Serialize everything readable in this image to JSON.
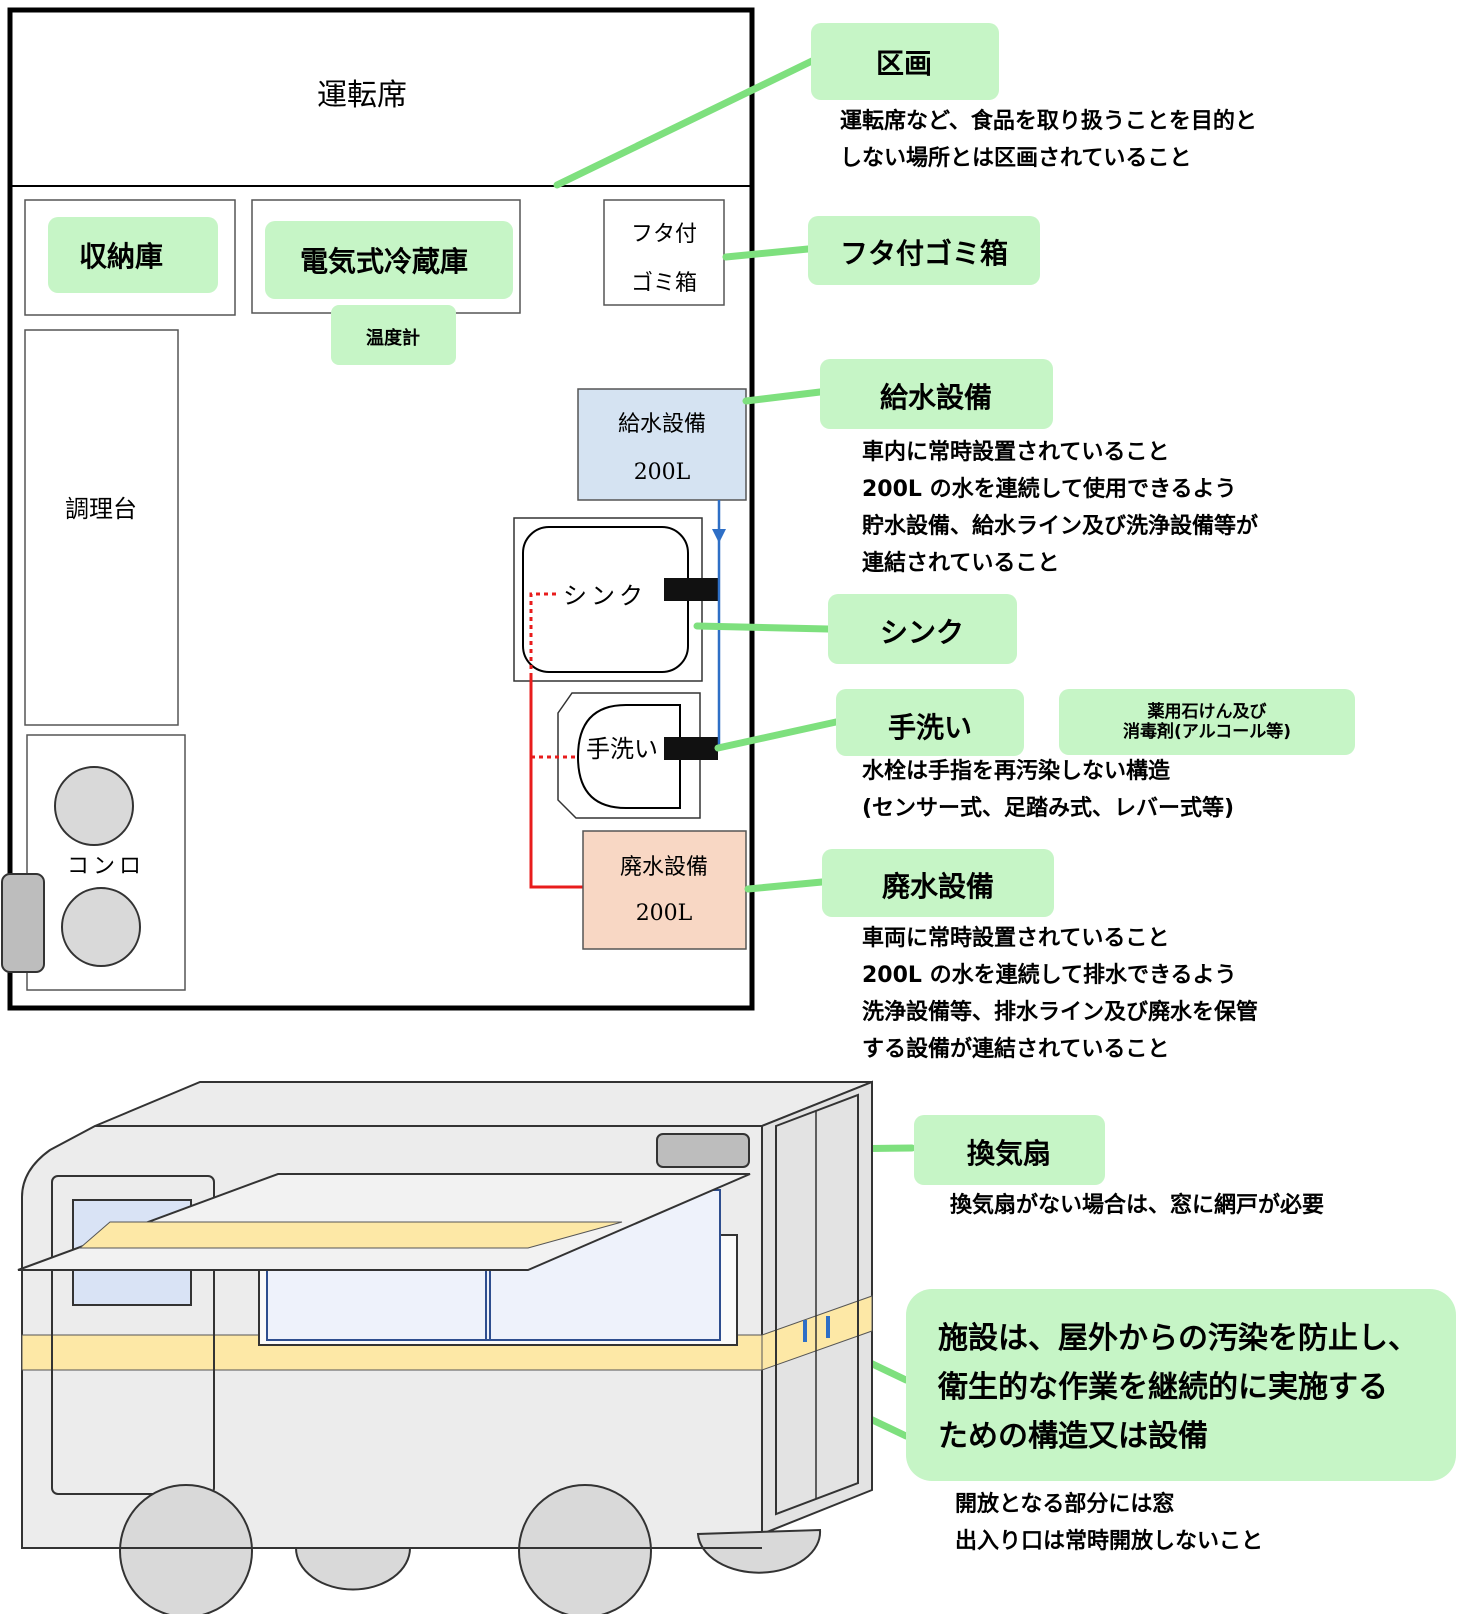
{
  "floor": {
    "driver_seat": "運転席",
    "storage": "収納庫",
    "fridge": "電気式冷蔵庫",
    "thermometer": "温度計",
    "trash_box_line1": "フタ付",
    "trash_box_line2": "ゴミ箱",
    "water_supply": "給水設備",
    "water_supply_volume": "200L",
    "sink": "シンク",
    "handwash": "手洗い",
    "waste_water": "廃水設備",
    "waste_water_volume": "200L",
    "prep_table": "調理台",
    "stove": "コンロ"
  },
  "callouts": {
    "partition": {
      "title": "区画",
      "desc": [
        "運転席など、食品を取り扱うことを目的と",
        "しない場所とは区画されていること"
      ]
    },
    "trash": {
      "title": "フタ付ゴミ箱"
    },
    "water": {
      "title": "給水設備",
      "desc": [
        "車内に常時設置されていること",
        "200L の水を連続して使用できるよう",
        "貯水設備、給水ライン及び洗浄設備等が",
        "連結されていること"
      ]
    },
    "sink": {
      "title": "シンク"
    },
    "handwash": {
      "title": "手洗い",
      "desc": [
        "水栓は手指を再汚染しない構造",
        "(センサー式、足踏み式、レバー式等)"
      ]
    },
    "soap": {
      "line1": "薬用石けん及び",
      "line2": "消毒剤(アルコール等)"
    },
    "waste": {
      "title": "廃水設備",
      "desc": [
        "車両に常時設置されていること",
        "200L の水を連続して排水できるよう",
        "洗浄設備等、排水ライン及び廃水を保管",
        "する設備が連結されていること"
      ]
    },
    "fan": {
      "title": "換気扇",
      "desc": [
        "換気扇がない場合は、窓に網戸が必要"
      ]
    },
    "facility": {
      "lines": [
        "施設は、屋外からの汚染を防止し、",
        "衛生的な作業を継続的に実施する",
        "ための構造又は設備"
      ],
      "desc": [
        "開放となる部分には窓",
        "出入り口は常時開放しないこと"
      ]
    }
  },
  "colors": {
    "callout_fill": "#c6f5c6",
    "leader_line": "#7ee07e",
    "water_tank": "#d5e3f2",
    "waste_tank": "#f8d7c4",
    "supply_line": "#2e6fc6",
    "drain_line": "#e81c1c",
    "truck_stripe": "#fde8a6",
    "truck_body": "#ececec",
    "window": "#eef2fb",
    "window_frame": "#2e4e8f"
  }
}
